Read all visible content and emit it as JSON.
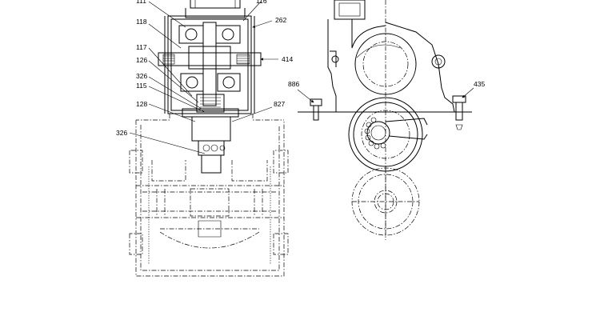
{
  "callouts": {
    "left": {
      "c111": "111",
      "c118": "118",
      "c117": "117",
      "c126": "126",
      "c326a": "326",
      "c115": "115",
      "c128": "128",
      "c326b": "326",
      "c116": "116",
      "c262": "262",
      "c414": "414",
      "c827": "827"
    },
    "right": {
      "c886": "886",
      "c435": "435"
    }
  }
}
